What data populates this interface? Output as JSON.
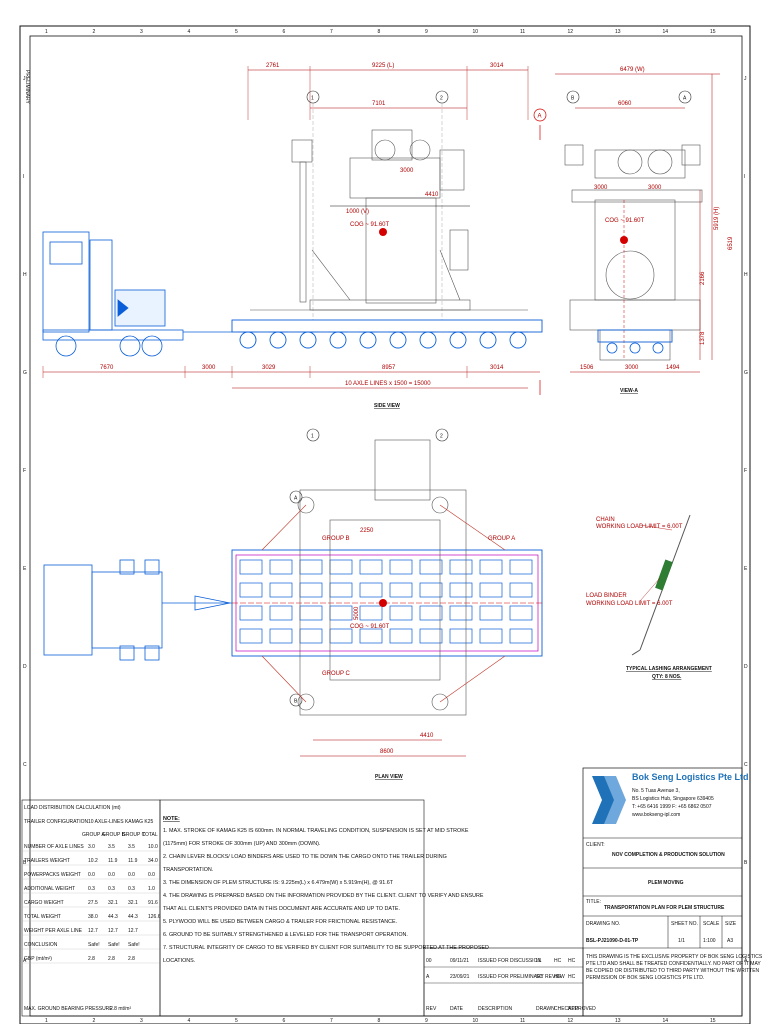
{
  "frame": {
    "top_numbers": [
      "1",
      "2",
      "3",
      "4",
      "5",
      "6",
      "7",
      "8",
      "9",
      "10",
      "11",
      "12",
      "13",
      "14",
      "15"
    ],
    "side_letters": [
      "J",
      "I",
      "H",
      "G",
      "F",
      "E",
      "D",
      "C",
      "B",
      "A"
    ],
    "stamp": "PRELIMINARY"
  },
  "side_view": {
    "title": "SIDE VIEW",
    "dims_top": [
      "2761",
      "9225 (L)",
      "3014"
    ],
    "dim_inner": "7101",
    "dim_4410": "4410",
    "dim_3000": "3000",
    "height_label": "1000 (V)",
    "cog": "COG ~ 91.60T",
    "dims_bottom": [
      "7670",
      "3000",
      "3029",
      "8957",
      "3014"
    ],
    "axle_dim": "10 AXLE LINES x 1500 = 15000",
    "axis_labels": [
      "1",
      "2"
    ],
    "section_mark": "A"
  },
  "view_a": {
    "title": "VIEW-A",
    "dims_top": [
      "6479 (W)",
      "6060"
    ],
    "dims_mid": [
      "3000",
      "3000"
    ],
    "cog": "COG ~ 91.60T",
    "v_dims": [
      "5919 (H)",
      "6519",
      "2166",
      "1378"
    ],
    "dims_bottom": [
      "1506",
      "3000",
      "1494"
    ],
    "axis_labels": [
      "B",
      "A"
    ]
  },
  "plan_view": {
    "title": "PLAN VIEW",
    "group_b": "GROUP B",
    "group_a": "GROUP A",
    "group_c": "GROUP C",
    "cog": "COG ~ 91.60T",
    "dims": [
      "2250",
      "4410",
      "8600",
      "5000"
    ],
    "axis_labels": [
      "1",
      "2",
      "A",
      "B"
    ]
  },
  "lashing": {
    "chain": "CHAIN",
    "chain_wll": "WORKING LOAD LIMIT = 6.00T",
    "binder": "LOAD BINDER",
    "binder_wll": "WORKING LOAD LIMIT = 6.00T",
    "caption": "TYPICAL LASHING ARRANGEMENT",
    "qty": "QTY: 8 NOS."
  },
  "load_table": {
    "title": "LOAD DISTRIBUTION CALCULATION (mt)",
    "config_label": "TRAILER CONFIGURATION",
    "config_value": "10 AXLE-LINES KAMAG K25",
    "headers": [
      "GROUP A",
      "GROUP B",
      "GROUP C",
      "TOTAL"
    ],
    "rows": [
      {
        "label": "NUMBER OF AXLE LINES",
        "values": [
          "3.0",
          "3.5",
          "3.5",
          "10.0"
        ]
      },
      {
        "label": "TRAILERS WEIGHT",
        "values": [
          "10.2",
          "11.9",
          "11.9",
          "34.0"
        ]
      },
      {
        "label": "POWERPACKS WEIGHT",
        "values": [
          "0.0",
          "0.0",
          "0.0",
          "0.0"
        ]
      },
      {
        "label": "ADDITIONAL WEIGHT",
        "values": [
          "0.3",
          "0.3",
          "0.3",
          "1.0"
        ]
      },
      {
        "label": "CARGO WEIGHT",
        "values": [
          "27.5",
          "32.1",
          "32.1",
          "91.6"
        ]
      },
      {
        "label": "TOTAL WEIGHT",
        "values": [
          "38.0",
          "44.3",
          "44.3",
          "126.6"
        ]
      },
      {
        "label": "WEIGHT PER AXLE LINE",
        "values": [
          "12.7",
          "12.7",
          "12.7",
          ""
        ]
      },
      {
        "label": "CONCLUSION",
        "values": [
          "Safe!",
          "Safe!",
          "Safe!",
          ""
        ]
      },
      {
        "label": "GBP (mt/m²)",
        "values": [
          "2.8",
          "2.8",
          "2.8",
          ""
        ]
      }
    ],
    "max_gbp_label": "MAX. GROUND BEARING PRESSURE",
    "max_gbp_value": "2.8  mt/m²"
  },
  "notes": {
    "title": "NOTE:",
    "items": [
      "1. MAX. STROKE OF KAMAG K25 IS 600mm. IN NORMAL TRAVELING CONDITION, SUSPENSION IS SET AT MID STROKE",
      "   (1175mm) FOR STROKE OF 300mm (UP) AND 300mm (DOWN).",
      "2. CHAIN LEVER BLOCKS/ LOAD BINDERS ARE USED TO TIE DOWN THE CARGO ONTO THE TRAILER DURING",
      "   TRANSPORTATION.",
      "3. THE DIMENSION OF PLEM STRUCTURE IS: 9.225m(L) x 6.479m(W) x 5.919m(H), @ 91.6T",
      "4. THE DRAWING IS PREPARED BASED ON THE INFORMATION PROVIDED BY THE CLIENT. CLIENT TO VERIFY AND ENSURE",
      "   THAT ALL CLIENT'S PROVIDED DATA IN THIS DOCUMENT ARE ACCURATE AND UP TO DATE.",
      "5. PLYWOOD WILL BE USED BETWEEN CARGO & TRAILER FOR FRICTIONAL RESISTANCE.",
      "6. GROUND TO BE SUITABLY STRENGTHENED & LEVELED FOR THE TRANSPORT OPERATION.",
      "7. STRUCTURAL INTEGRITY OF CARGO TO BE VERIFIED BY CLIENT FOR SUITABILITY TO BE SUPPORTED AT THE PROPOSED",
      "   LOCATIONS."
    ]
  },
  "company": {
    "name": "Bok Seng Logistics Pte Ltd",
    "address1": "No. 5 Tuas Avenue 3,",
    "address2": "BS Logistics Hub, Singapore 639405",
    "phone": "T: +65 6416 1999  F: +65 6862 0507",
    "web": "www.bokseng-ipl.com"
  },
  "title_block": {
    "client_label": "CLIENT:",
    "client_value": "NOV COMPLETION & PRODUCTION SOLUTION",
    "project_value": "PLEM MOVING",
    "title_label": "TITLE:",
    "title_value": "TRANSPORTATION PLAN FOR PLEM STRUCTURE",
    "col_headers": [
      "DRAWING NO.",
      "SHEET NO.",
      "SCALE",
      "SIZE"
    ],
    "drawing_no": "BSL-PJ21090-D-01-TP",
    "sheet_no": "1/1",
    "scale": "1:100",
    "size": "A3"
  },
  "revisions": {
    "rows": [
      [
        "00",
        "09/11/21",
        "ISSUED FOR DISCUSSION",
        "LL",
        "HC",
        "HC"
      ],
      [
        "A",
        "23/09/21",
        "ISSUED FOR PRELIMINARY REVIEW",
        "SC",
        "HS",
        "HC"
      ]
    ],
    "headers": [
      "REV",
      "DATE",
      "DESCRIPTION",
      "DRAWN",
      "CHECKED",
      "APPROVED"
    ]
  },
  "disclaimer": "THIS DRAWING IS THE EXCLUSIVE PROPERTY OF BOK SENG LOGISTICS PTE LTD AND SHALL BE TREATED CONFIDENTIALLY. NO PART OF IT MAY BE COPIED OR DISTRIBUTED TO THIRD PARTY WITHOUT THE WRITTEN PERMISSION OF BOK SENG LOGISTICS PTE LTD.",
  "colors": {
    "blue": "#0a5fd8",
    "red": "#d40000",
    "magenta": "#c000c0",
    "brand": "#1f72b8"
  }
}
